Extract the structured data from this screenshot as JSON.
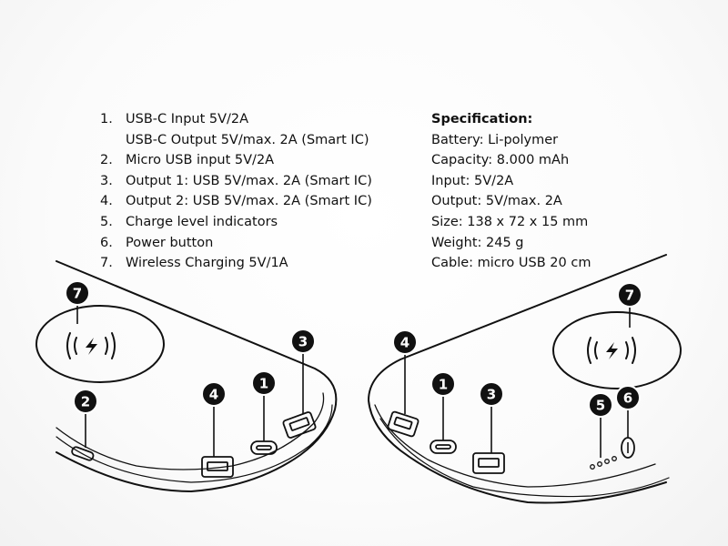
{
  "features": [
    {
      "num": "1.",
      "text": "USB-C Input 5V/2A"
    },
    {
      "num": "",
      "text": "USB-C Output 5V/max. 2A (Smart IC)"
    },
    {
      "num": "2.",
      "text": "Micro USB input 5V/2A"
    },
    {
      "num": "3.",
      "text": "Output 1: USB 5V/max. 2A (Smart IC)"
    },
    {
      "num": "4.",
      "text": "Output 2: USB 5V/max. 2A (Smart IC)"
    },
    {
      "num": "5.",
      "text": "Charge level indicators"
    },
    {
      "num": "6.",
      "text": "Power button"
    },
    {
      "num": "7.",
      "text": "Wireless Charging 5V/1A"
    }
  ],
  "specification": {
    "title": "Specification:",
    "lines": [
      "Battery: Li-polymer",
      "Capacity: 8.000 mAh",
      "Input: 5V/2A",
      "Output: 5V/max. 2A",
      "Size: 138 x 72 x 15 mm",
      "Weight: 245 g",
      "Cable: micro USB 20 cm"
    ]
  },
  "callouts": {
    "left": {
      "wireless": "7",
      "micro_usb": "2",
      "usb_out_2": "4",
      "usb_c": "1",
      "usb_out_1": "3"
    },
    "right": {
      "usb_out_2": "4",
      "usb_c": "1",
      "usb_out_1": "3",
      "wireless": "7",
      "indicators": "5",
      "power": "6"
    }
  },
  "colors": {
    "ink": "#111111",
    "badge": "#111111"
  }
}
